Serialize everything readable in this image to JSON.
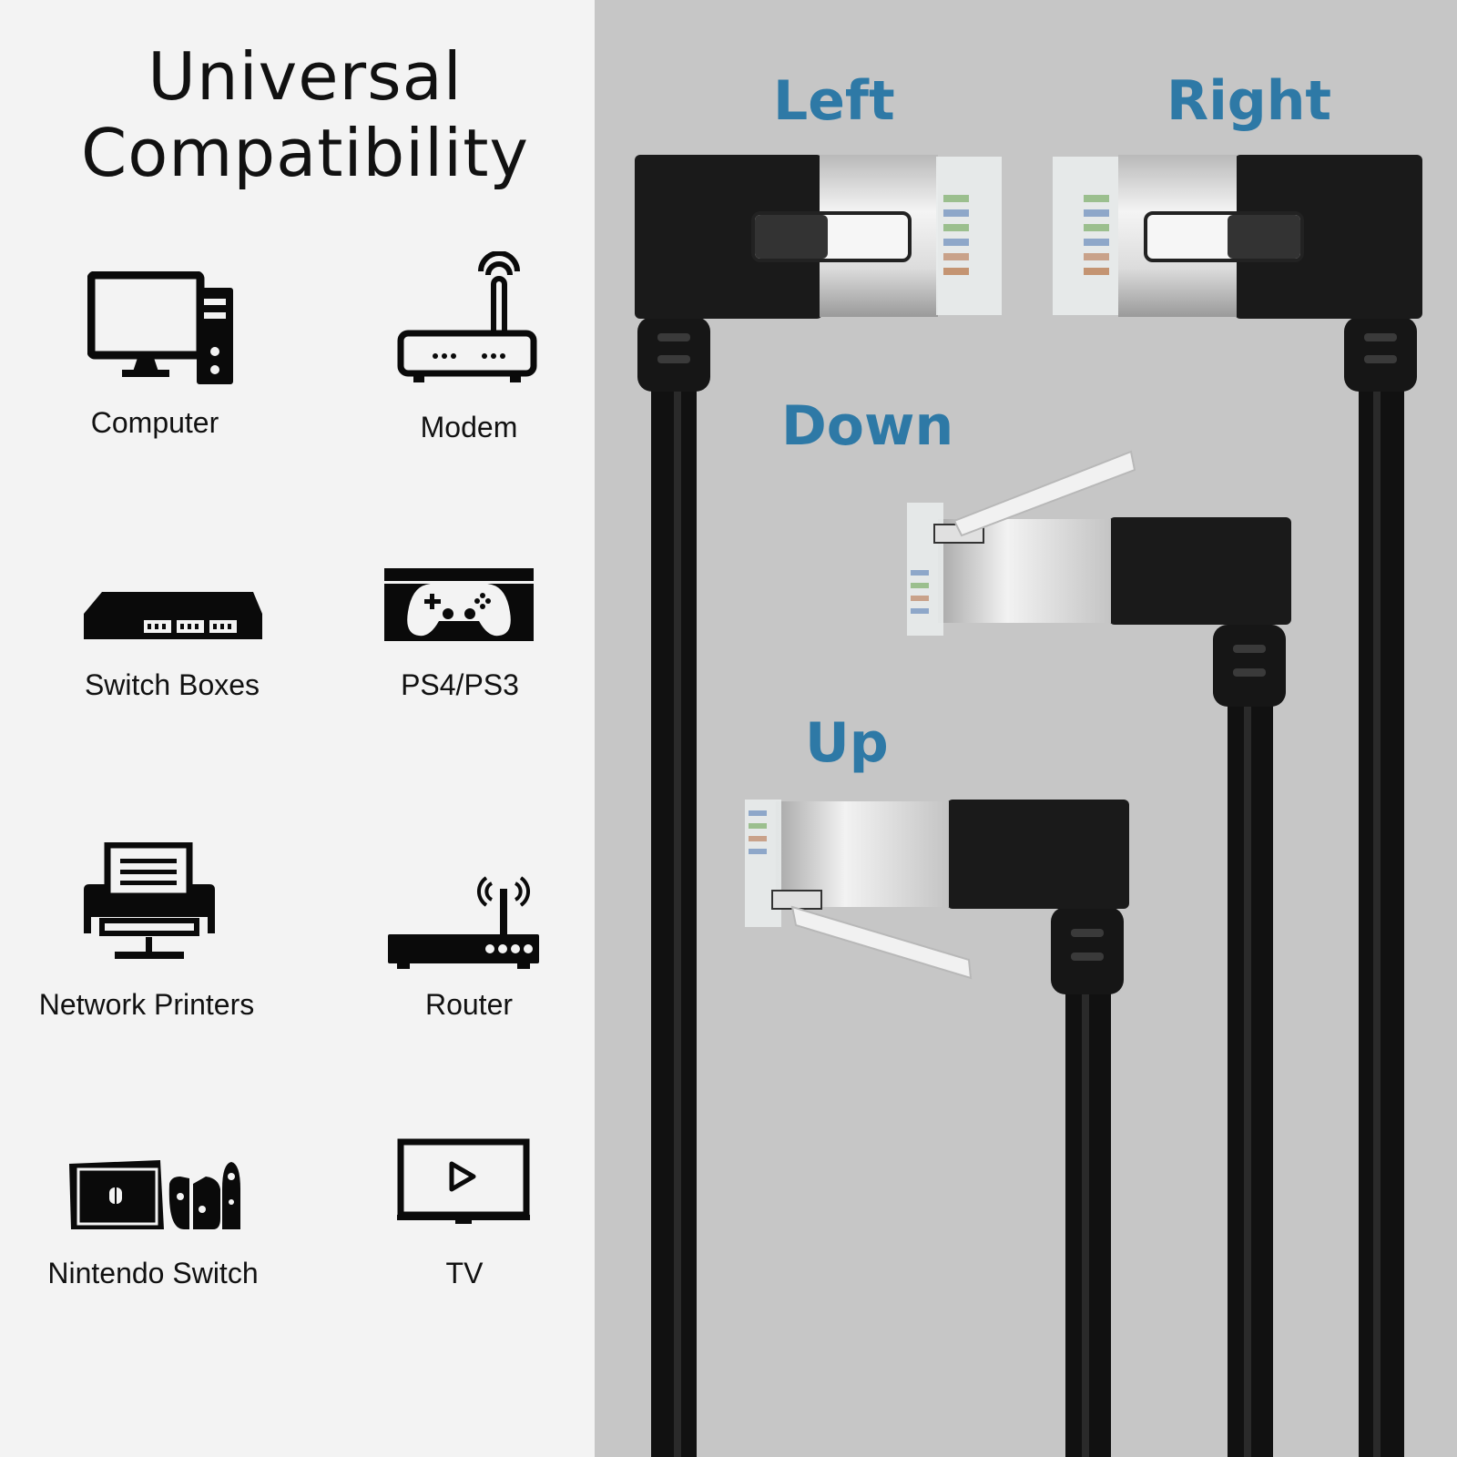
{
  "title": {
    "line1": "Universal",
    "line2": "Compatibility"
  },
  "devices": {
    "computer": "Computer",
    "modem": "Modem",
    "switch_boxes": "Switch Boxes",
    "ps4_ps3": "PS4/PS3",
    "network_printers": "Network Printers",
    "router": "Router",
    "nintendo_switch": "Nintendo Switch",
    "tv": "TV"
  },
  "directions": {
    "left": "Left",
    "right": "Right",
    "down": "Down",
    "up": "Up"
  },
  "colors": {
    "direction_label": "#2e79a6",
    "icon": "#0a0a0a",
    "left_bg": "#f3f3f3",
    "right_bg": "#c6c6c6"
  }
}
